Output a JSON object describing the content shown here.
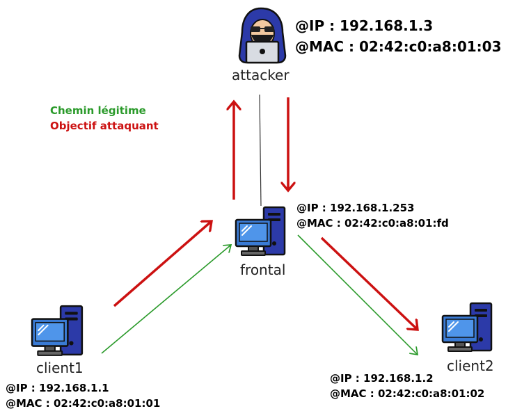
{
  "nodes": {
    "attacker": {
      "name": "attacker",
      "ip": "@IP : 192.168.1.3",
      "mac": "@MAC : 02:42:c0:a8:01:03"
    },
    "frontal": {
      "name": "frontal",
      "ip": "@IP : 192.168.1.253",
      "mac": "@MAC : 02:42:c0:a8:01:fd"
    },
    "client1": {
      "name": "client1",
      "ip": "@IP : 192.168.1.1",
      "mac": "@MAC : 02:42:c0:a8:01:01"
    },
    "client2": {
      "name": "client2",
      "ip": "@IP : 192.168.1.2",
      "mac": "@MAC : 02:42:c0:a8:01:02"
    }
  },
  "legend": {
    "legit": "Chemin légitime",
    "attack": "Objectif attaquant"
  },
  "colors": {
    "legit": "#2a9a2a",
    "attack": "#cc1111",
    "link": "#333333",
    "computer_blue": "#3a7bd5",
    "tower_navy": "#2c3aa8",
    "outline": "#111111"
  }
}
